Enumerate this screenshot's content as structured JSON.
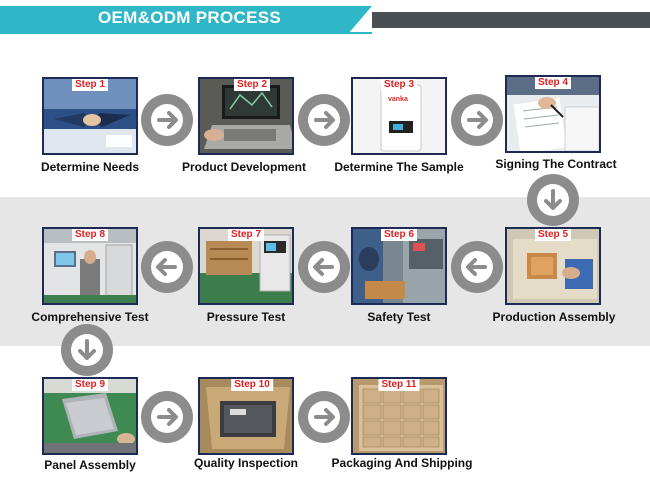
{
  "header": {
    "title": "OEM&ODM PROCESS"
  },
  "steps": [
    {
      "badge": "Step 1",
      "label": "Determine Needs"
    },
    {
      "badge": "Step 2",
      "label": "Product Development"
    },
    {
      "badge": "Step 3",
      "label": "Determine The Sample",
      "product_text": "vanka"
    },
    {
      "badge": "Step 4",
      "label": "Signing The Contract"
    },
    {
      "badge": "Step 5",
      "label": "Production Assembly"
    },
    {
      "badge": "Step 6",
      "label": "Safety Test"
    },
    {
      "badge": "Step 7",
      "label": "Pressure Test"
    },
    {
      "badge": "Step 8",
      "label": "Comprehensive Test"
    },
    {
      "badge": "Step 9",
      "label": "Panel Assembly"
    },
    {
      "badge": "Step 10",
      "label": "Quality Inspection"
    },
    {
      "badge": "Step 11",
      "label": "Packaging And Shipping"
    }
  ],
  "colors": {
    "header_accent": "#2fb7c8",
    "header_bar": "#4a4f53",
    "badge_text": "#e02020",
    "frame": "#1d2a55",
    "arrow": "#8c8c8c",
    "band": "#e6e6e6"
  },
  "arrows": [
    {
      "icon": "arrow-right-icon"
    },
    {
      "icon": "arrow-right-icon"
    },
    {
      "icon": "arrow-right-icon"
    },
    {
      "icon": "arrow-down-icon"
    },
    {
      "icon": "arrow-left-icon"
    },
    {
      "icon": "arrow-left-icon"
    },
    {
      "icon": "arrow-left-icon"
    },
    {
      "icon": "arrow-down-icon"
    },
    {
      "icon": "arrow-right-icon"
    },
    {
      "icon": "arrow-right-icon"
    }
  ]
}
